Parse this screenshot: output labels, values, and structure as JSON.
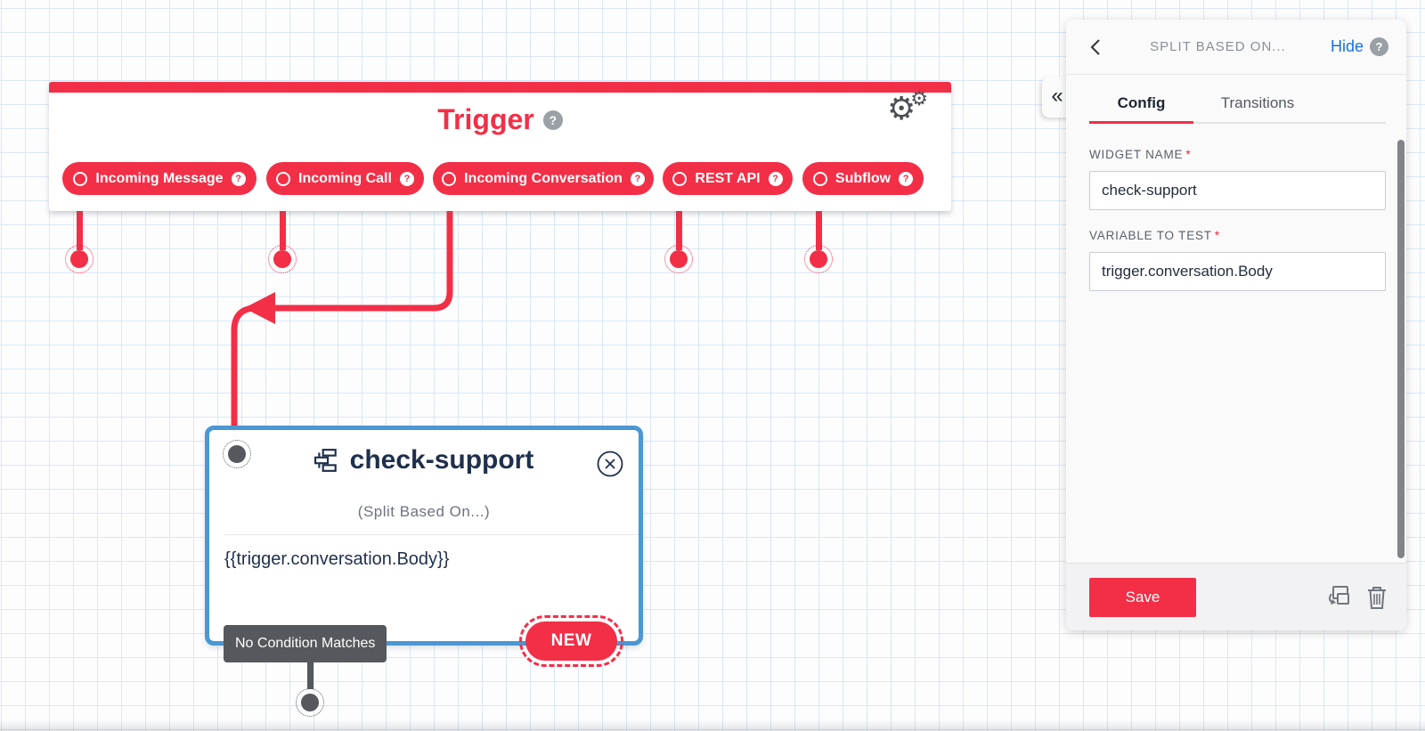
{
  "canvas": {
    "trigger": {
      "title": "Trigger",
      "pills": [
        {
          "label": "Incoming Message"
        },
        {
          "label": "Incoming Call"
        },
        {
          "label": "Incoming Conversation"
        },
        {
          "label": "REST API"
        },
        {
          "label": "Subflow"
        }
      ]
    },
    "widget": {
      "name": "check-support",
      "type_label": "(Split Based On...)",
      "variable": "{{trigger.conversation.Body}}",
      "no_match_label": "No Condition Matches",
      "new_button_label": "NEW"
    }
  },
  "panel": {
    "header": {
      "title": "SPLIT BASED ON...",
      "hide_label": "Hide"
    },
    "tabs": [
      {
        "label": "Config"
      },
      {
        "label": "Transitions"
      }
    ],
    "fields": [
      {
        "label": "WIDGET NAME",
        "required_marker": "*",
        "value": "check-support"
      },
      {
        "label": "VARIABLE TO TEST",
        "required_marker": "*",
        "value": "trigger.conversation.Body"
      }
    ],
    "footer": {
      "save_label": "Save"
    }
  },
  "icons": {
    "help_glyph": "?",
    "gear_glyph": "⚙",
    "collapse_glyph": "«"
  },
  "colors": {
    "brand_red": "#F22F46",
    "selection_blue": "#4A97D4",
    "dark_gray": "#55585C",
    "link_blue": "#1B6FE0",
    "title_navy": "#1F304C"
  }
}
